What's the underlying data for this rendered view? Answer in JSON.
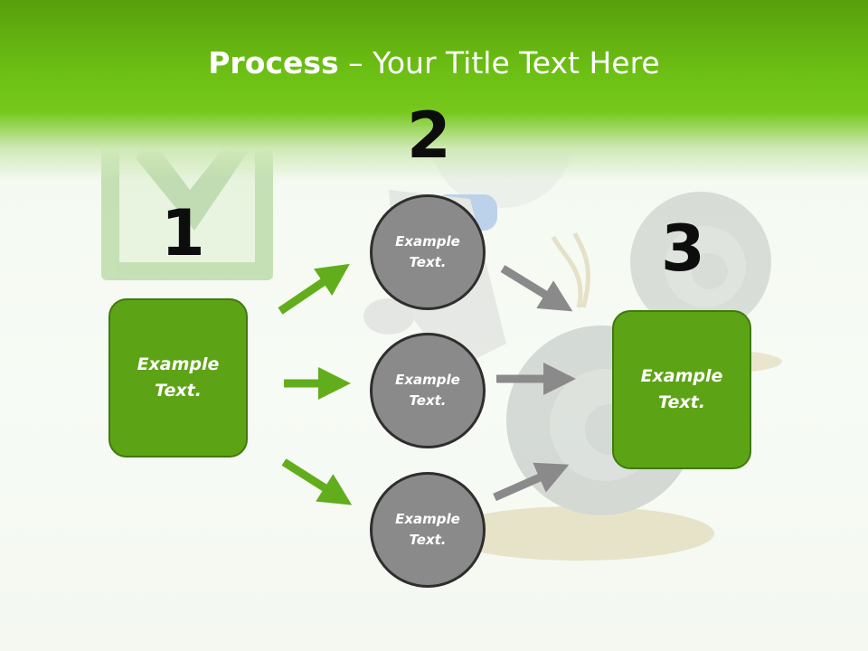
{
  "header": {
    "title_bold": "Process",
    "title_rest": " – Your Title Text Here"
  },
  "steps": {
    "one": {
      "number": "1",
      "text": "Example\nText."
    },
    "two": {
      "number": "2",
      "items": [
        {
          "text": "Example\nText."
        },
        {
          "text": "Example\nText."
        },
        {
          "text": "Example\nText."
        }
      ]
    },
    "three": {
      "number": "3",
      "text": "Example\nText."
    }
  },
  "colors": {
    "green_box": "#5da316",
    "green_arrow": "#62ad1c",
    "gray_circle": "#8a8a8a",
    "gray_arrow": "#8a8a8a"
  }
}
